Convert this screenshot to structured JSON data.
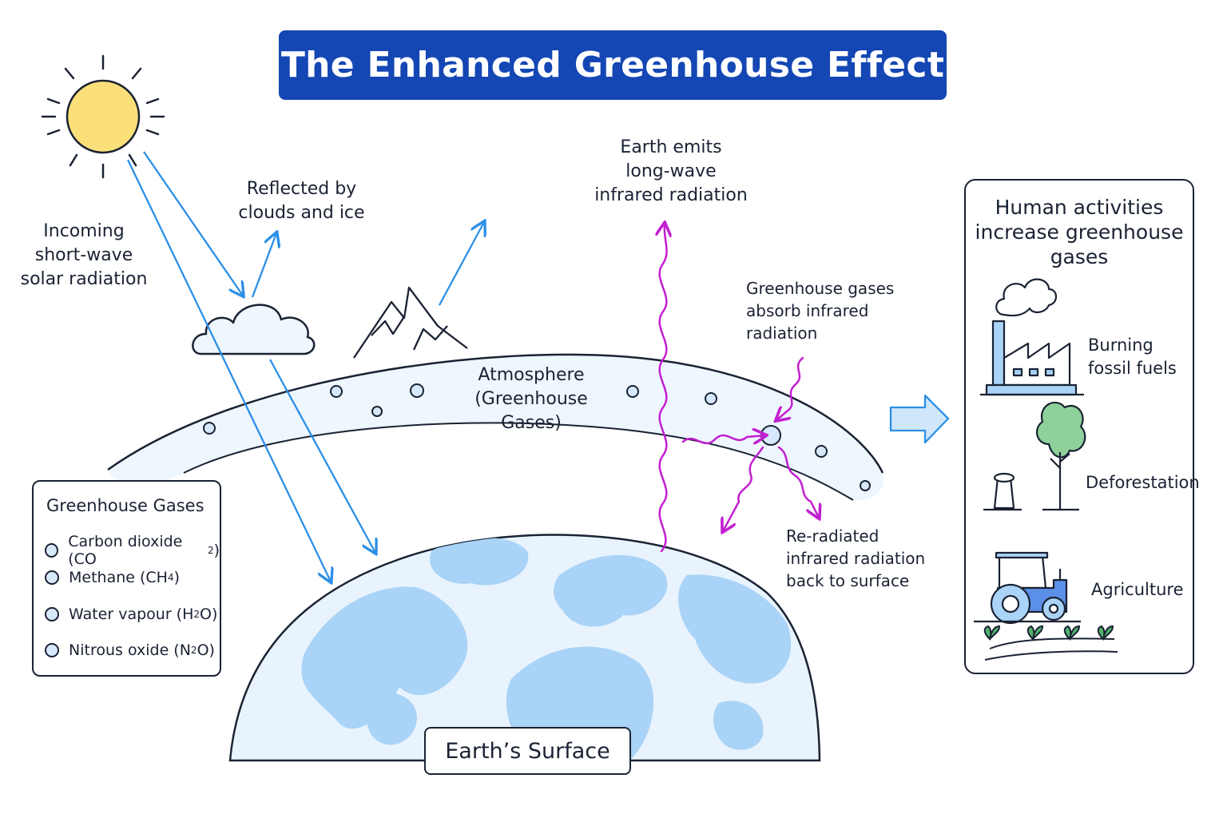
{
  "title": "The Enhanced Greenhouse Effect",
  "labels": {
    "incoming": [
      "Incoming",
      "short-wave",
      "solar radiation"
    ],
    "reflected": [
      "Reflected by",
      "clouds and ice"
    ],
    "emits": [
      "Earth emits",
      "long-wave",
      "infrared radiation"
    ],
    "absorb": [
      "Greenhouse gases",
      "absorb infrared",
      "radiation"
    ],
    "reradiated": [
      "Re-radiated",
      "infrared radiation",
      "back to surface"
    ],
    "atmosphere": [
      "Atmosphere",
      "(Greenhouse Gases)"
    ],
    "surface": "Earth’s Surface"
  },
  "legend": {
    "title": "Greenhouse Gases",
    "items": [
      {
        "name": "Carbon dioxide (CO",
        "sub": "2",
        "tail": ")"
      },
      {
        "name": "Methane (CH",
        "sub": "4",
        "tail": ")"
      },
      {
        "name": "Water vapour (H",
        "sub": "2",
        "tail": "O)"
      },
      {
        "name": "Nitrous oxide (N",
        "sub": "2",
        "tail": "O)"
      }
    ]
  },
  "human": {
    "title": "Human activities increase greenhouse gases",
    "activities": [
      {
        "label": "Burning fossil fuels",
        "icon": "factory-icon"
      },
      {
        "label": "Deforestation",
        "icon": "tree-stump-icon"
      },
      {
        "label": "Agriculture",
        "icon": "tractor-icon"
      }
    ]
  },
  "colors": {
    "banner": "#1447b4",
    "solar_arrow": "#2b8fe6",
    "infrared": "#c21fd0",
    "earth_land": "#a9d3f7",
    "earth_sea": "#e8f3fd",
    "sun": "#fbe07a",
    "outline": "#1a2233"
  }
}
